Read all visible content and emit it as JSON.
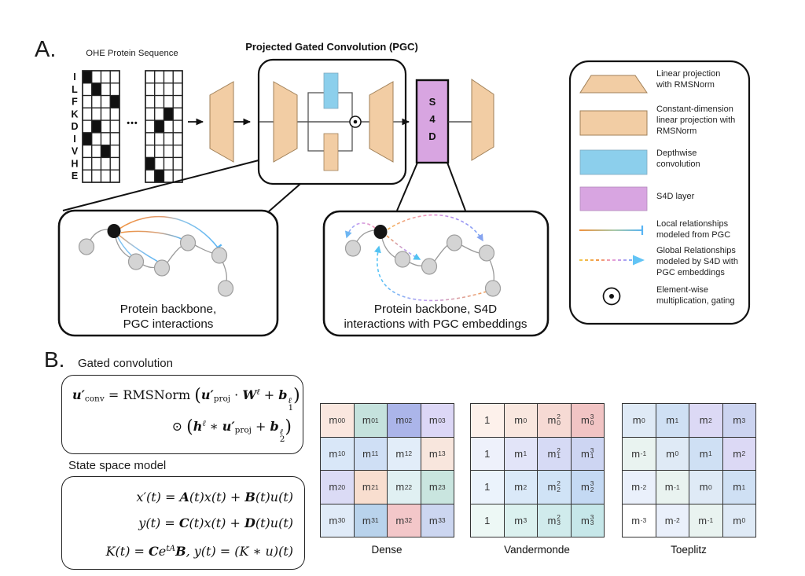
{
  "panel_a": {
    "label": "A.",
    "ohe": {
      "title": "OHE Protein Sequence",
      "letters": [
        "I",
        "L",
        "F",
        "K",
        "D",
        "I",
        "V",
        "H",
        "E"
      ],
      "ellipsis": "•••",
      "grid_cols": 4,
      "grid_rows": 9,
      "grid1_black": [
        [
          0,
          0
        ],
        [
          1,
          1
        ],
        [
          2,
          3
        ],
        [
          4,
          1
        ],
        [
          5,
          0
        ],
        [
          6,
          2
        ]
      ],
      "grid2_black": [
        [
          3,
          2
        ],
        [
          4,
          1
        ],
        [
          7,
          0
        ],
        [
          8,
          1
        ]
      ]
    },
    "pgc_title": "Projected Gated Convolution (PGC)",
    "s4d_label": [
      "S",
      "4",
      "D"
    ],
    "callout_left": {
      "line1": "Protein backbone,",
      "line2": "PGC interactions"
    },
    "callout_right": {
      "line1": "Protein backbone, S4D",
      "line2": "interactions with PGC embeddings"
    },
    "legend": {
      "items": [
        {
          "icon": "trapezoid-icon",
          "lines": [
            "Linear projection",
            "with RMSNorm"
          ]
        },
        {
          "icon": "rect-projection-icon",
          "lines": [
            "Constant-dimension",
            "linear projection with",
            "RMSNorm"
          ]
        },
        {
          "icon": "depthwise-conv-icon",
          "lines": [
            "Depthwise",
            "convolution"
          ]
        },
        {
          "icon": "s4d-icon",
          "lines": [
            "S4D layer"
          ]
        },
        {
          "icon": "local-line-icon",
          "lines": [
            "Local relationships",
            "modeled from PGC"
          ]
        },
        {
          "icon": "global-arrow-icon",
          "lines": [
            "Global Relationships",
            "modeled by S4D with",
            "PGC embeddings"
          ]
        },
        {
          "icon": "odot-icon",
          "lines": [
            "Element-wise",
            "multiplication, gating"
          ]
        }
      ]
    }
  },
  "panel_b": {
    "label": "B.",
    "gated_heading": "Gated convolution",
    "ssm_heading": "State space model",
    "eq_gated": [
      [
        {
          "k": "bi",
          "v": "u′"
        },
        {
          "k": "sub",
          "v": "conv"
        },
        {
          "k": "r",
          "v": " = RMSNorm "
        },
        {
          "k": "big",
          "v": "("
        },
        {
          "k": "bi",
          "v": "u′"
        },
        {
          "k": "sub",
          "v": "proj"
        },
        {
          "k": "r",
          "v": " · "
        },
        {
          "k": "bi",
          "v": "W"
        },
        {
          "k": "sup",
          "v": "ℓ"
        },
        {
          "k": "r",
          "v": " + "
        },
        {
          "k": "bi",
          "v": "b"
        },
        {
          "k": "ss",
          "s": "ℓ",
          "b": "1"
        },
        {
          "k": "big",
          "v": ")"
        }
      ],
      [
        {
          "k": "r",
          "v": "⊙ "
        },
        {
          "k": "big",
          "v": "("
        },
        {
          "k": "bi",
          "v": "h"
        },
        {
          "k": "sup",
          "v": "ℓ"
        },
        {
          "k": "r",
          "v": " ∗ "
        },
        {
          "k": "bi",
          "v": "u′"
        },
        {
          "k": "sub",
          "v": "proj"
        },
        {
          "k": "r",
          "v": " + "
        },
        {
          "k": "bi",
          "v": "b"
        },
        {
          "k": "ss",
          "s": "ℓ",
          "b": "2"
        },
        {
          "k": "big",
          "v": ")"
        }
      ]
    ],
    "eq_ssm": [
      [
        {
          "k": "i",
          "v": "x′(t) = "
        },
        {
          "k": "bi",
          "v": "A"
        },
        {
          "k": "i",
          "v": "(t)x(t) + "
        },
        {
          "k": "bi",
          "v": "B"
        },
        {
          "k": "i",
          "v": "(t)u(t)"
        }
      ],
      [
        {
          "k": "i",
          "v": "y(t) = "
        },
        {
          "k": "bi",
          "v": "C"
        },
        {
          "k": "i",
          "v": "(t)x(t) + "
        },
        {
          "k": "bi",
          "v": "D"
        },
        {
          "k": "i",
          "v": "(t)u(t)"
        }
      ],
      [
        {
          "k": "i",
          "v": "K(t) = "
        },
        {
          "k": "bi",
          "v": "C"
        },
        {
          "k": "i",
          "v": "e"
        },
        {
          "k": "sup",
          "v": "tA"
        },
        {
          "k": "bi",
          "v": "B"
        },
        {
          "k": "i",
          "v": ", y(t) = (K ∗ u)(t)"
        }
      ]
    ],
    "matrices": [
      {
        "name": "Dense",
        "cells": [
          [
            [
              "m",
              "00"
            ],
            [
              "m",
              "01"
            ],
            [
              "m",
              "02"
            ],
            [
              "m",
              "03"
            ]
          ],
          [
            [
              "m",
              "10"
            ],
            [
              "m",
              "11"
            ],
            [
              "m",
              "12"
            ],
            [
              "m",
              "13"
            ]
          ],
          [
            [
              "m",
              "20"
            ],
            [
              "m",
              "21"
            ],
            [
              "m",
              "22"
            ],
            [
              "m",
              "23"
            ]
          ],
          [
            [
              "m",
              "30"
            ],
            [
              "m",
              "31"
            ],
            [
              "m",
              "32"
            ],
            [
              "m",
              "33"
            ]
          ]
        ],
        "colors": [
          [
            "#fae7df",
            "#c5e2dd",
            "#abb5e9",
            "#dcd7f6"
          ],
          [
            "#d9e7f8",
            "#cfdff5",
            "#e2edf9",
            "#f8e6dd"
          ],
          [
            "#dbdbf5",
            "#f8decf",
            "#e0f0f2",
            "#c9e5df"
          ],
          [
            "#e0ebf8",
            "#b9d3ec",
            "#f3c7c9",
            "#ccd6f0"
          ]
        ]
      },
      {
        "name": "Vandermonde",
        "cells": [
          [
            [
              "1"
            ],
            [
              "m",
              "0"
            ],
            [
              "m",
              "0",
              "2"
            ],
            [
              "m",
              "0",
              "3"
            ]
          ],
          [
            [
              "1"
            ],
            [
              "m",
              "1"
            ],
            [
              "m",
              "1",
              "2"
            ],
            [
              "m",
              "1",
              "3"
            ]
          ],
          [
            [
              "1"
            ],
            [
              "m",
              "2"
            ],
            [
              "m",
              "2",
              "2"
            ],
            [
              "m",
              "2",
              "3"
            ]
          ],
          [
            [
              "1"
            ],
            [
              "m",
              "3"
            ],
            [
              "m",
              "3",
              "2"
            ],
            [
              "m",
              "3",
              "3"
            ]
          ]
        ],
        "colors": [
          [
            "#fdf1eb",
            "#f9e7df",
            "#f6dad4",
            "#f1c4c4"
          ],
          [
            "#eef1fb",
            "#e2e4f8",
            "#d6daf5",
            "#cdd5f2"
          ],
          [
            "#ebf3fc",
            "#dae9f8",
            "#d0e3f6",
            "#c4d9f3"
          ],
          [
            "#edf8f5",
            "#dbf1ef",
            "#d0ebec",
            "#c6e7e9"
          ]
        ]
      },
      {
        "name": "Toeplitz",
        "cells": [
          [
            [
              "m",
              "0"
            ],
            [
              "m",
              "1"
            ],
            [
              "m",
              "2"
            ],
            [
              "m",
              "3"
            ]
          ],
          [
            [
              "m",
              "-1"
            ],
            [
              "m",
              "0"
            ],
            [
              "m",
              "1"
            ],
            [
              "m",
              "2"
            ]
          ],
          [
            [
              "m",
              "-2"
            ],
            [
              "m",
              "-1"
            ],
            [
              "m",
              "0"
            ],
            [
              "m",
              "1"
            ]
          ],
          [
            [
              "m",
              "-3"
            ],
            [
              "m",
              "-2"
            ],
            [
              "m",
              "-1"
            ],
            [
              "m",
              "0"
            ]
          ]
        ],
        "colors": [
          [
            "#dfeaf6",
            "#cfe0f4",
            "#dcd9f5",
            "#ccd4f0"
          ],
          [
            "#e9f3f0",
            "#dfeaf6",
            "#cfe0f4",
            "#dcd9f5"
          ],
          [
            "#eaf0fb",
            "#e9f3f0",
            "#dfeaf6",
            "#cfe0f4"
          ],
          [
            "#ffffff",
            "#eaf0fb",
            "#e9f3f0",
            "#dfeaf6"
          ]
        ]
      }
    ]
  },
  "colors": {
    "tan": "#f2cda4",
    "blue": "#8ccfec",
    "purple": "#d8a5e1",
    "node_gray": "#d4d4d4",
    "node_black": "#151515",
    "edge_orange": "#f0923e",
    "edge_blue": "#58b4f4",
    "arrow_cyan": "#52c2f2"
  }
}
